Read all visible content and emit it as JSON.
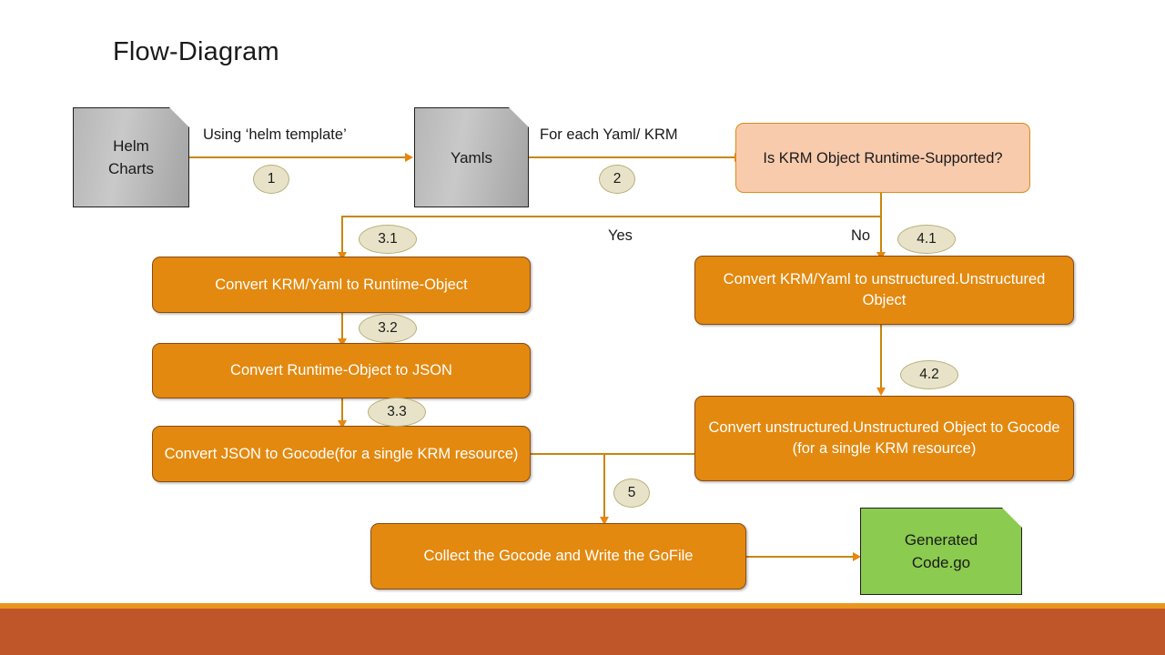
{
  "slide": {
    "title": "Flow-Diagram"
  },
  "nodes": {
    "helm_charts": "Helm\nCharts",
    "helm_charts_line1": "Helm",
    "helm_charts_line2": "Charts",
    "yamls": "Yamls",
    "decision": "Is KRM Object Runtime-Supported?",
    "step31": "Convert KRM/Yaml to Runtime-Object",
    "step32": "Convert Runtime-Object to JSON",
    "step33": "Convert JSON to Gocode(for a single KRM resource)",
    "step41": "Convert KRM/Yaml to unstructured.Unstructured Object",
    "step42": "Convert unstructured.Unstructured Object to Gocode (for a single KRM resource)",
    "step5": "Collect the Gocode and Write the GoFile",
    "generated_line1": "Generated",
    "generated_line2": "Code.go"
  },
  "edge_labels": {
    "helm_to_yamls": "Using ‘helm template’",
    "yamls_to_decision": "For each Yaml/ KRM",
    "yes": "Yes",
    "no": "No"
  },
  "badges": {
    "one": "1",
    "two": "2",
    "three_one": "3.1",
    "three_two": "3.2",
    "three_three": "3.3",
    "four_one": "4.1",
    "four_two": "4.2",
    "five": "5"
  },
  "colors": {
    "process_fill": "#E3890F",
    "process_border": "#8A4B14",
    "decision_fill": "#F8CBAD",
    "decision_border": "#E08A14",
    "document_grey": "#BDBDBD",
    "document_green": "#8BCB4F",
    "connector": "#C8860D",
    "badge_fill": "#E8E3C8",
    "badge_border": "#B8B07A",
    "footer_accent": "#E8971C",
    "footer_band": "#BF562A",
    "title_text": "#1A1A1A"
  }
}
